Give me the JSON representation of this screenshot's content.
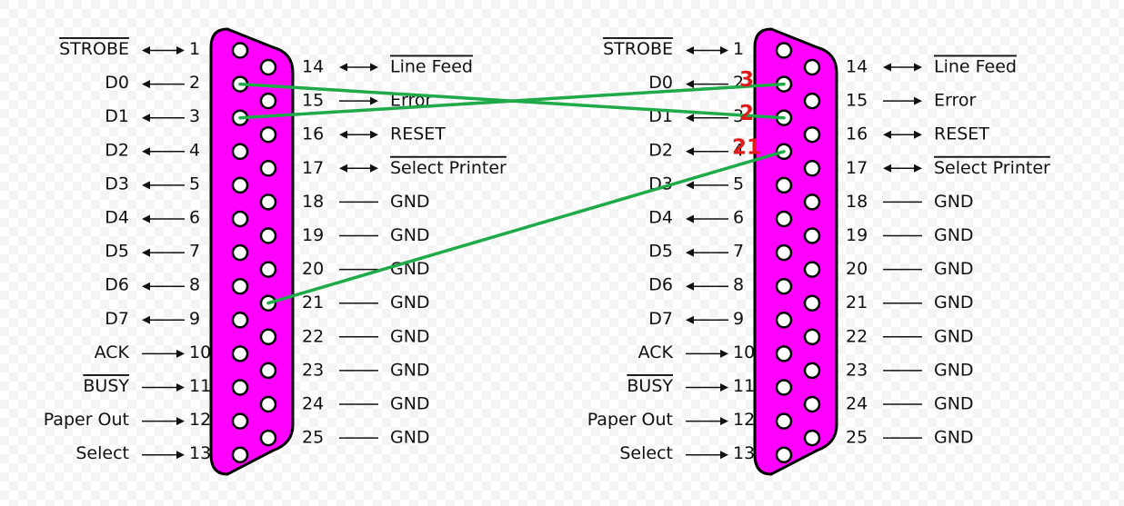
{
  "colors": {
    "background": "#ffffff",
    "checker": "#f4f4f4",
    "connector_fill": "#ff00ff",
    "connector_stroke": "#000000",
    "pin_fill": "#ffffff",
    "wire": "#1faa4a",
    "annotation": "#e01b1b",
    "text": "#111111"
  },
  "connectors": [
    {
      "id": "left",
      "top_row": [
        {
          "pin": "1",
          "signal": "STROBE",
          "overline": true,
          "arrow": "both"
        },
        {
          "pin": "2",
          "signal": "D0",
          "overline": false,
          "arrow": "out"
        },
        {
          "pin": "3",
          "signal": "D1",
          "overline": false,
          "arrow": "out"
        },
        {
          "pin": "4",
          "signal": "D2",
          "overline": false,
          "arrow": "out"
        },
        {
          "pin": "5",
          "signal": "D3",
          "overline": false,
          "arrow": "out"
        },
        {
          "pin": "6",
          "signal": "D4",
          "overline": false,
          "arrow": "out"
        },
        {
          "pin": "7",
          "signal": "D5",
          "overline": false,
          "arrow": "out"
        },
        {
          "pin": "8",
          "signal": "D6",
          "overline": false,
          "arrow": "out"
        },
        {
          "pin": "9",
          "signal": "D7",
          "overline": false,
          "arrow": "out"
        },
        {
          "pin": "10",
          "signal": "ACK",
          "overline": false,
          "arrow": "in"
        },
        {
          "pin": "11",
          "signal": "BUSY",
          "overline": true,
          "arrow": "in"
        },
        {
          "pin": "12",
          "signal": "Paper Out",
          "overline": false,
          "arrow": "in"
        },
        {
          "pin": "13",
          "signal": "Select",
          "overline": false,
          "arrow": "in"
        }
      ],
      "bottom_row": [
        {
          "pin": "14",
          "signal": "Line Feed",
          "overline": true,
          "arrow": "both"
        },
        {
          "pin": "15",
          "signal": "Error",
          "overline": false,
          "arrow": "in"
        },
        {
          "pin": "16",
          "signal": "RESET",
          "overline": false,
          "arrow": "both"
        },
        {
          "pin": "17",
          "signal": "Select Printer",
          "overline": true,
          "arrow": "both"
        },
        {
          "pin": "18",
          "signal": "GND",
          "overline": false,
          "arrow": "none"
        },
        {
          "pin": "19",
          "signal": "GND",
          "overline": false,
          "arrow": "none"
        },
        {
          "pin": "20",
          "signal": "GND",
          "overline": false,
          "arrow": "none"
        },
        {
          "pin": "21",
          "signal": "GND",
          "overline": false,
          "arrow": "none"
        },
        {
          "pin": "22",
          "signal": "GND",
          "overline": false,
          "arrow": "none"
        },
        {
          "pin": "23",
          "signal": "GND",
          "overline": false,
          "arrow": "none"
        },
        {
          "pin": "24",
          "signal": "GND",
          "overline": false,
          "arrow": "none"
        },
        {
          "pin": "25",
          "signal": "GND",
          "overline": false,
          "arrow": "none"
        }
      ]
    },
    {
      "id": "right",
      "top_row": [
        {
          "pin": "1",
          "signal": "STROBE",
          "overline": true,
          "arrow": "both"
        },
        {
          "pin": "2",
          "signal": "D0",
          "overline": false,
          "arrow": "out"
        },
        {
          "pin": "3",
          "signal": "D1",
          "overline": false,
          "arrow": "out"
        },
        {
          "pin": "4",
          "signal": "D2",
          "overline": false,
          "arrow": "out"
        },
        {
          "pin": "5",
          "signal": "D3",
          "overline": false,
          "arrow": "out"
        },
        {
          "pin": "6",
          "signal": "D4",
          "overline": false,
          "arrow": "out"
        },
        {
          "pin": "7",
          "signal": "D5",
          "overline": false,
          "arrow": "out"
        },
        {
          "pin": "8",
          "signal": "D6",
          "overline": false,
          "arrow": "out"
        },
        {
          "pin": "9",
          "signal": "D7",
          "overline": false,
          "arrow": "out"
        },
        {
          "pin": "10",
          "signal": "ACK",
          "overline": false,
          "arrow": "in"
        },
        {
          "pin": "11",
          "signal": "BUSY",
          "overline": true,
          "arrow": "in"
        },
        {
          "pin": "12",
          "signal": "Paper Out",
          "overline": false,
          "arrow": "in"
        },
        {
          "pin": "13",
          "signal": "Select",
          "overline": false,
          "arrow": "in"
        }
      ],
      "bottom_row": [
        {
          "pin": "14",
          "signal": "Line Feed",
          "overline": true,
          "arrow": "both"
        },
        {
          "pin": "15",
          "signal": "Error",
          "overline": false,
          "arrow": "in"
        },
        {
          "pin": "16",
          "signal": "RESET",
          "overline": false,
          "arrow": "both"
        },
        {
          "pin": "17",
          "signal": "Select Printer",
          "overline": true,
          "arrow": "both"
        },
        {
          "pin": "18",
          "signal": "GND",
          "overline": false,
          "arrow": "none"
        },
        {
          "pin": "19",
          "signal": "GND",
          "overline": false,
          "arrow": "none"
        },
        {
          "pin": "20",
          "signal": "GND",
          "overline": false,
          "arrow": "none"
        },
        {
          "pin": "21",
          "signal": "GND",
          "overline": false,
          "arrow": "none"
        },
        {
          "pin": "22",
          "signal": "GND",
          "overline": false,
          "arrow": "none"
        },
        {
          "pin": "23",
          "signal": "GND",
          "overline": false,
          "arrow": "none"
        },
        {
          "pin": "24",
          "signal": "GND",
          "overline": false,
          "arrow": "none"
        },
        {
          "pin": "25",
          "signal": "GND",
          "overline": false,
          "arrow": "none"
        }
      ]
    }
  ],
  "wires": [
    {
      "from": {
        "connector": "left",
        "pin": "2"
      },
      "to": {
        "connector": "right",
        "pin": "3"
      }
    },
    {
      "from": {
        "connector": "left",
        "pin": "3"
      },
      "to": {
        "connector": "right",
        "pin": "2"
      }
    },
    {
      "from": {
        "connector": "left",
        "pin": "21"
      },
      "to": {
        "connector": "right",
        "pin": "4"
      }
    }
  ],
  "annotations": [
    {
      "text": "3",
      "near_pin": "2"
    },
    {
      "text": "2",
      "near_pin": "3"
    },
    {
      "text": "21",
      "near_pin": "4"
    }
  ]
}
